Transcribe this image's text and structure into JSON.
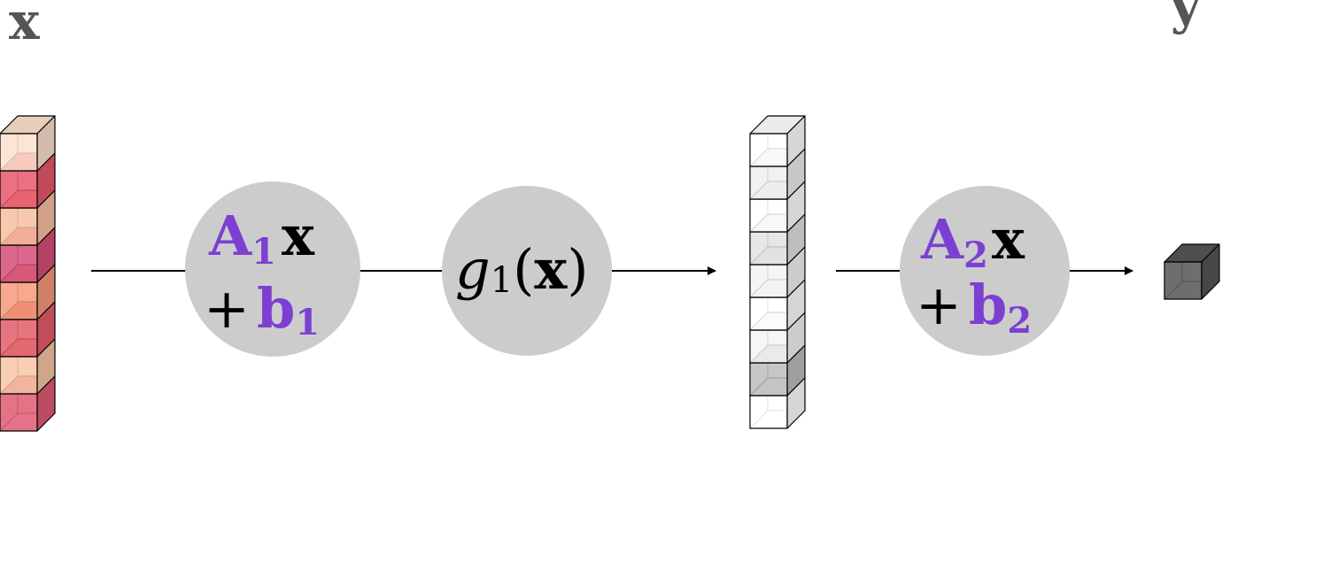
{
  "diagram": {
    "input_label": "x",
    "output_label": "y",
    "colors": {
      "node_fill": "#cccccc",
      "parameter_purple": "#7c3fd1",
      "input_cells": [
        "#fbe0cc",
        "#e8576a",
        "#f8c0a0",
        "#d64f78",
        "#f59a7a",
        "#e35d6a",
        "#f8c6a6",
        "#e15a72"
      ],
      "hidden_cells": [
        "#ffffff",
        "#eeeeee",
        "#ffffff",
        "#e2e2e2",
        "#f3f3f3",
        "#ffffff",
        "#f4f4f4",
        "#bdbdbd",
        "#ffffff"
      ],
      "output_cell": "#555555"
    },
    "layer1": {
      "matrix": "A",
      "matrix_sub": "1",
      "vector": "x",
      "plus": "+",
      "bias": "b",
      "bias_sub": "1"
    },
    "activation": {
      "func": "g",
      "func_sub": "1",
      "arg_open": "(",
      "arg": "x",
      "arg_close": ")"
    },
    "layer2": {
      "matrix": "A",
      "matrix_sub": "2",
      "vector": "x",
      "plus": "+",
      "bias": "b",
      "bias_sub": "2"
    }
  }
}
